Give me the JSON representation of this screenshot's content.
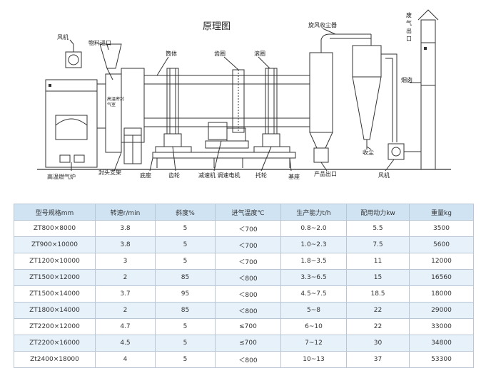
{
  "diagram": {
    "title": "原理图",
    "labels": {
      "fan_left": "风机",
      "material_inlet": "物料进口",
      "cylinder": "筒体",
      "gear_ring": "齿圈",
      "riding_ring": "滚圈",
      "cyclone": "旋风收尘器",
      "waste_gas_outlet": "废气出口",
      "chimney": "烟囱",
      "dust_collection": "收尘",
      "furnace": "高温燃气炉",
      "head_support": "封头支架",
      "base_frame": "底座",
      "gear": "齿轮",
      "reducer_motor": "减速机 调速电机",
      "roller": "托轮",
      "foundation": "基座",
      "product_outlet": "产品出口",
      "fan_right": "风机",
      "seal_note": "高温密封气室"
    }
  },
  "table": {
    "headers": [
      "型号规格mm",
      "转速r/min",
      "斜度%",
      "进气温度℃",
      "生产能力t/h",
      "配用动力kw",
      "重量kg"
    ],
    "rows": [
      [
        "ZT800×8000",
        "3.8",
        "5",
        "＜700",
        "0.8~2.0",
        "5.5",
        "3500"
      ],
      [
        "ZT900×10000",
        "3.8",
        "5",
        "＜700",
        "1.0~2.3",
        "7.5",
        "5600"
      ],
      [
        "ZT1200×10000",
        "3",
        "5",
        "＜700",
        "1.8~3.5",
        "11",
        "12000"
      ],
      [
        "ZT1500×12000",
        "2",
        "85",
        "＜800",
        "3.3~6.5",
        "15",
        "16560"
      ],
      [
        "ZT1500×14000",
        "3.7",
        "95",
        "＜800",
        "4.5~7.5",
        "18.5",
        "18000"
      ],
      [
        "ZT1800×14000",
        "2",
        "85",
        "＜800",
        "5~8",
        "22",
        "29000"
      ],
      [
        "ZT2200×12000",
        "4.7",
        "5",
        "≤700",
        "6~10",
        "22",
        "33000"
      ],
      [
        "ZT2200×16000",
        "4.5",
        "5",
        "≤700",
        "7~12",
        "30",
        "34800"
      ],
      [
        "Zt2400×18000",
        "4",
        "5",
        "＜800",
        "10~13",
        "37",
        "53300"
      ]
    ]
  }
}
